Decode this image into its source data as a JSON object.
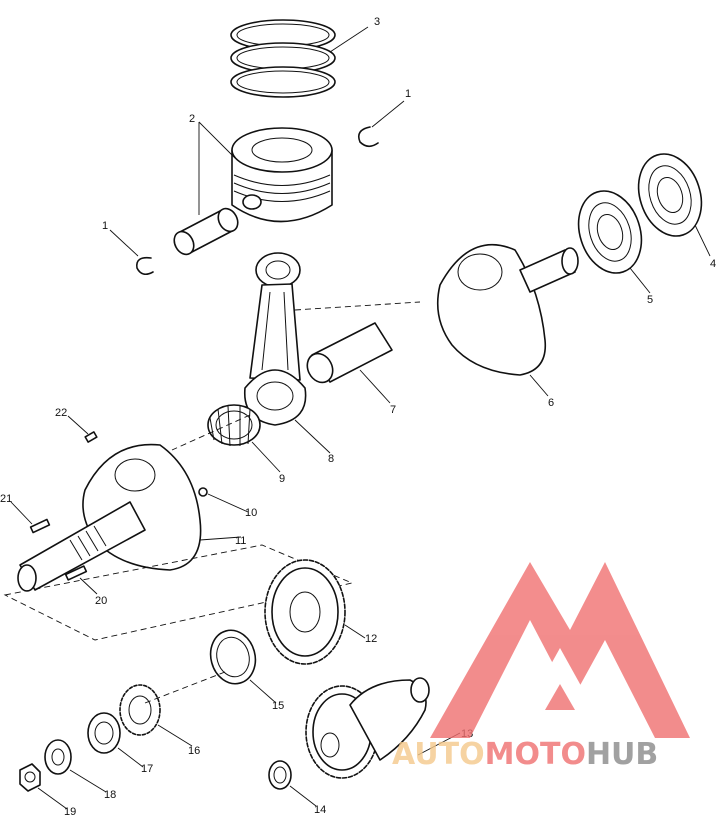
{
  "callouts": [
    {
      "id": "c3",
      "text": "3"
    },
    {
      "id": "c2",
      "text": "2"
    },
    {
      "id": "c1a",
      "text": "1"
    },
    {
      "id": "c1b",
      "text": "1"
    },
    {
      "id": "c4",
      "text": "4"
    },
    {
      "id": "c5",
      "text": "5"
    },
    {
      "id": "c6",
      "text": "6"
    },
    {
      "id": "c7",
      "text": "7"
    },
    {
      "id": "c8",
      "text": "8"
    },
    {
      "id": "c9",
      "text": "9"
    },
    {
      "id": "c22",
      "text": "22"
    },
    {
      "id": "c10",
      "text": "10"
    },
    {
      "id": "c11",
      "text": "11"
    },
    {
      "id": "c21",
      "text": "21"
    },
    {
      "id": "c20",
      "text": "20"
    },
    {
      "id": "c12",
      "text": "12"
    },
    {
      "id": "c15",
      "text": "15"
    },
    {
      "id": "c16",
      "text": "16"
    },
    {
      "id": "c17",
      "text": "17"
    },
    {
      "id": "c18",
      "text": "18"
    },
    {
      "id": "c19",
      "text": "19"
    },
    {
      "id": "c13",
      "text": "13"
    },
    {
      "id": "c14",
      "text": "14"
    }
  ],
  "watermark": {
    "part1": "AUTO",
    "part2": "MOTO",
    "part3": "HUB",
    "color_gold": "#f5c98c",
    "color_red": "#f07070",
    "color_gray": "#8a8a8a"
  }
}
